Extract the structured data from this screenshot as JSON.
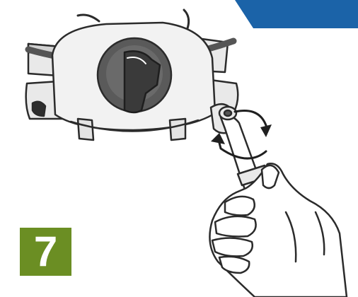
{
  "step": {
    "number": "7"
  },
  "colors": {
    "step_badge": "#6b8e23",
    "corner_banner": "#1b63a8",
    "outline": "#2b2b2b",
    "device_light": "#e9e9e9",
    "device_mid": "#d2d2d2",
    "dial_dark": "#5a5a5a",
    "lever_dark": "#3a3a3a",
    "syringe_white": "#ffffff"
  },
  "icons": {
    "rotate_arrows": "rotate-arrows-icon",
    "device": "inhaler-device-illustration",
    "hand": "hand-illustration"
  }
}
